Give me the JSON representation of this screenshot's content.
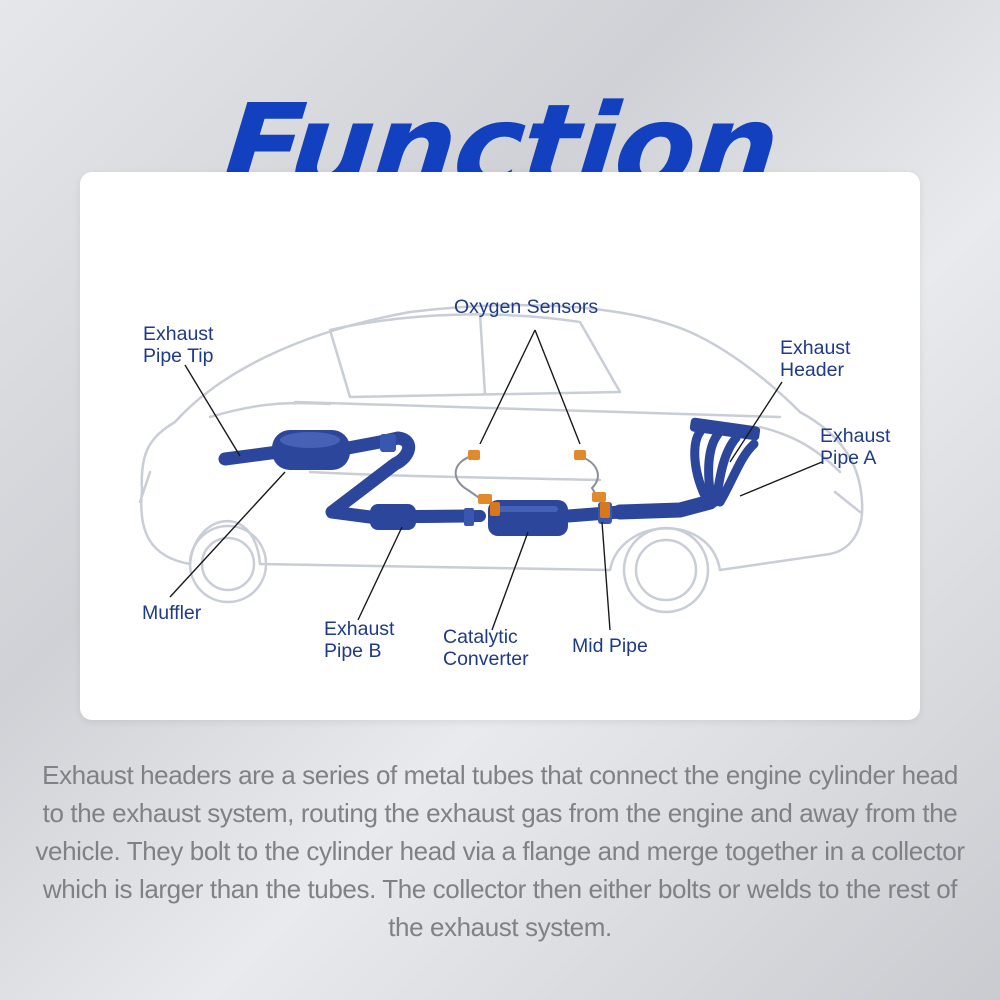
{
  "title": "Function",
  "diagram": {
    "labels": {
      "exhaust_pipe_tip": "Exhaust\nPipe Tip",
      "oxygen_sensors": "Oxygen Sensors",
      "exhaust_header": "Exhaust\nHeader",
      "exhaust_pipe_a": "Exhaust\nPipe A",
      "muffler": "Muffler",
      "exhaust_pipe_b": "Exhaust\nPipe B",
      "catalytic_converter": "Catalytic\nConverter",
      "mid_pipe": "Mid Pipe"
    }
  },
  "description": "Exhaust headers are a series of metal tubes that connect the engine cylinder head to the exhaust system, routing the exhaust gas from the engine and away from the vehicle. They bolt to the cylinder head via a flange and merge together in a collector which is larger than the tubes. The collector then either bolts or welds to the rest of the exhaust system."
}
